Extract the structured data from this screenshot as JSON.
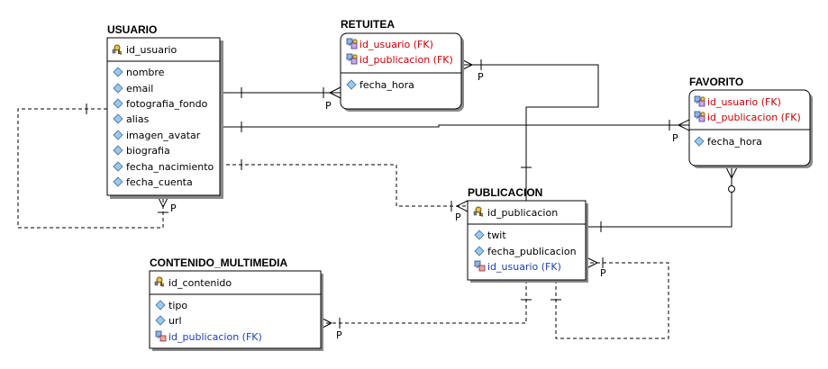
{
  "colors": {
    "line": "#000000",
    "shadow": "#8a8a8a",
    "fk_pk": "#cc0000",
    "fk": "#1f3fae",
    "key_icon": "#b08a1a",
    "attr_icon": "#7ab0e0"
  },
  "entities": {
    "usuario": {
      "title": "USUARIO",
      "pk": [
        {
          "name": "id_usuario",
          "icon": "key-icon"
        }
      ],
      "attrs": [
        {
          "name": "nombre",
          "icon": "attribute-icon"
        },
        {
          "name": "email",
          "icon": "attribute-icon"
        },
        {
          "name": "fotografia_fondo",
          "icon": "attribute-icon"
        },
        {
          "name": "alias",
          "icon": "attribute-icon"
        },
        {
          "name": "imagen_avatar",
          "icon": "attribute-icon"
        },
        {
          "name": "biografia",
          "icon": "attribute-icon"
        },
        {
          "name": "fecha_nacimiento",
          "icon": "attribute-icon"
        },
        {
          "name": "fecha_cuenta",
          "icon": "attribute-icon"
        }
      ]
    },
    "retuitea": {
      "title": "RETUITEA",
      "pk": [
        {
          "name": "id_usuario (FK)",
          "icon": "pk-fk-icon"
        },
        {
          "name": "id_publicacion (FK)",
          "icon": "pk-fk-icon"
        }
      ],
      "attrs": [
        {
          "name": "fecha_hora",
          "icon": "attribute-icon"
        }
      ]
    },
    "favorito": {
      "title": "FAVORITO",
      "pk": [
        {
          "name": "id_usuario (FK)",
          "icon": "pk-fk-icon"
        },
        {
          "name": "id_publicacion (FK)",
          "icon": "pk-fk-icon"
        }
      ],
      "attrs": [
        {
          "name": "fecha_hora",
          "icon": "attribute-icon"
        }
      ]
    },
    "publicacion": {
      "title": "PUBLICACION",
      "pk": [
        {
          "name": "id_publicacion",
          "icon": "key-icon"
        }
      ],
      "attrs": [
        {
          "name": "twit",
          "icon": "attribute-icon"
        },
        {
          "name": "fecha_publicacion",
          "icon": "attribute-icon"
        },
        {
          "name": "id_usuario (FK)",
          "icon": "fk-icon"
        }
      ]
    },
    "contenido": {
      "title": "CONTENIDO_MULTIMEDIA",
      "pk": [
        {
          "name": "id_contenido",
          "icon": "key-icon"
        }
      ],
      "attrs": [
        {
          "name": "tipo",
          "icon": "attribute-icon"
        },
        {
          "name": "url",
          "icon": "attribute-icon"
        },
        {
          "name": "id_publicacion (FK)",
          "icon": "fk-icon"
        }
      ]
    }
  },
  "relationship_labels": {
    "p": "P"
  }
}
